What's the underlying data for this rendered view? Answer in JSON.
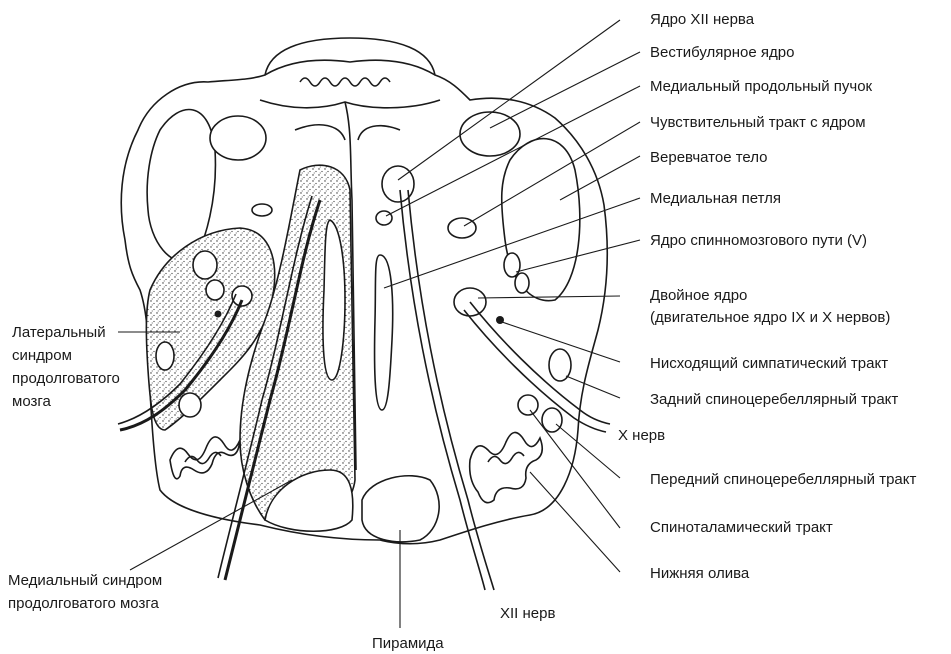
{
  "labels": {
    "hypoglossal_nucleus": "Ядро XII нерва",
    "vestibular_nucleus": "Вестибулярное ядро",
    "medial_longitudinal_fasciculus": "Медиальный продольный пучок",
    "sensory_tract_nucleus": "Чувствительный тракт с ядром",
    "restiform_body": "Веревчатое тело",
    "medial_lemniscus": "Медиальная петля",
    "spinal_trigeminal_nucleus": "Ядро спинномозгового пути (V)",
    "nucleus_ambiguus_line1": "Двойное ядро",
    "nucleus_ambiguus_line2": "(двигательное ядро IX и  X нервов)",
    "descending_sympathetic_tract": "Нисходящий симпатический тракт",
    "posterior_spinocerebellar_tract": "Задний спиноцеребеллярный тракт",
    "vagus_nerve": "X нерв",
    "anterior_spinocerebellar_tract": "Передний спиноцеребеллярный тракт",
    "spinothalamic_tract": "Спиноталамический тракт",
    "inferior_olive": "Нижняя олива",
    "hypoglossal_nerve": "XII нерв",
    "pyramid": "Пирамида",
    "lateral_syndrome_line1": "Латеральный",
    "lateral_syndrome_line2": "синдром",
    "lateral_syndrome_line3": "продолговатого",
    "lateral_syndrome_line4": "мозга",
    "medial_syndrome_line1": "Медиальный синдром",
    "medial_syndrome_line2": "продолговатого мозга"
  }
}
